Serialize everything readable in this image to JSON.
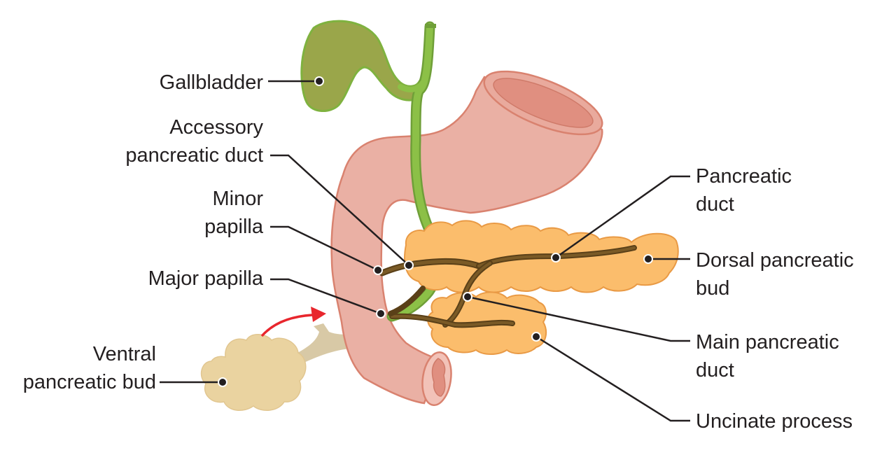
{
  "labels": {
    "gallbladder": "Gallbladder",
    "accessory_duct": {
      "line1": "Accessory",
      "line2": "pancreatic duct"
    },
    "minor_papilla": {
      "line1": "Minor",
      "line2": "papilla"
    },
    "major_papilla": "Major papilla",
    "ventral_bud": {
      "line1": "Ventral",
      "line2": "pancreatic bud"
    },
    "pancreatic_duct": {
      "line1": "Pancreatic",
      "line2": "duct"
    },
    "dorsal_bud": {
      "line1": "Dorsal pancreatic",
      "line2": "bud"
    },
    "main_duct": {
      "line1": "Main pancreatic",
      "line2": "duct"
    },
    "uncinate": "Uncinate process"
  },
  "colors": {
    "gallbladder": "#9aa64a",
    "bile_duct": "#7fb23f",
    "duodenum": "#eab0a4",
    "duodenum_outline": "#d9826f",
    "pancreas": "#fbbd6c",
    "pancreas_outline": "#e99a45",
    "ventral_bud": "#ead3a0",
    "ducts": "#6b4e1e",
    "arrow": "#e8262d",
    "leader": "#231f20"
  }
}
